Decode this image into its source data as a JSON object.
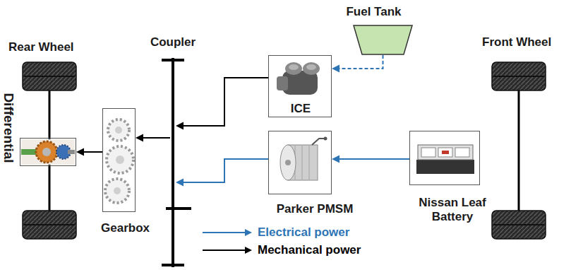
{
  "diagram": {
    "nodes": [
      {
        "text": [
          "Fuel Tank"
        ]
      },
      {
        "text": [
          "Coupler"
        ]
      },
      {
        "text": [
          "ICE"
        ]
      },
      {
        "text": [
          "Differential"
        ]
      },
      {
        "text": [
          "Gearbox"
        ]
      },
      {
        "text": [
          "Parker PMSM"
        ]
      },
      {
        "text": [
          "Nissan Leaf Battery"
        ]
      }
    ],
    "edges": [
      {
        "from": 0,
        "to": 2,
        "arrow": "to"
      },
      {
        "from": 2,
        "to": 1,
        "arrow": "to"
      },
      {
        "from": 1,
        "to": 4,
        "arrow": "to"
      },
      {
        "from": 4,
        "to": 3,
        "arrow": "to"
      },
      {
        "from": 5,
        "to": 1,
        "arrow": "to"
      },
      {
        "from": 6,
        "to": 5,
        "arrow": "to"
      }
    ],
    "labels": [
      "Rear Wheel",
      "Front Wheel"
    ],
    "legend": [
      {
        "text": "Electrical power"
      },
      {
        "text": "Mechanical power"
      }
    ]
  }
}
